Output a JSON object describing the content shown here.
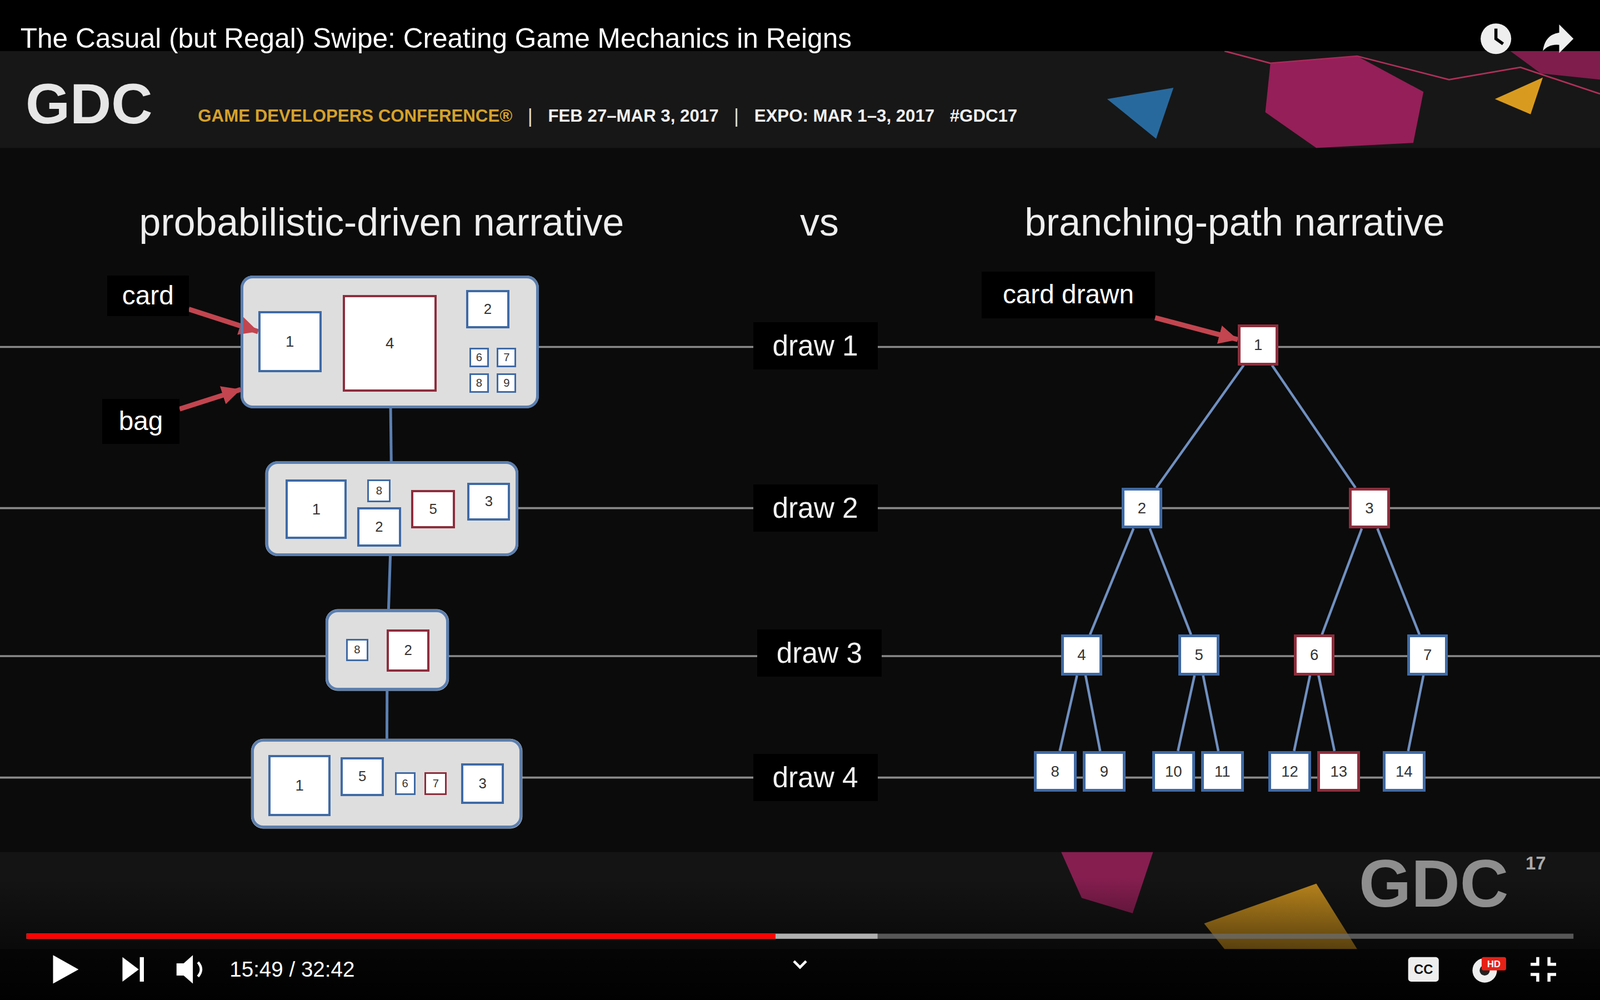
{
  "diagram": {
    "title": "The Casual (but Regal) Swipe: Creating Game Mechanics in Reigns",
    "nodes": [
      {
        "text": [
          "card"
        ]
      },
      {
        "text": []
      },
      {
        "text": [
          "1"
        ],
        "in": 1
      },
      {
        "text": [
          "4"
        ],
        "in": 1
      },
      {
        "text": [
          "2"
        ],
        "in": 1
      },
      {
        "text": [
          "6"
        ],
        "in": 1
      },
      {
        "text": [
          "7"
        ],
        "in": 1
      },
      {
        "text": [
          "8"
        ],
        "in": 1
      },
      {
        "text": [
          "9"
        ],
        "in": 1
      },
      {
        "text": [
          "bag"
        ]
      },
      {
        "text": [
          "draw 1"
        ]
      },
      {
        "text": [
          "card drawn"
        ]
      },
      {
        "text": [
          "1"
        ]
      },
      {
        "text": []
      },
      {
        "text": [
          "1"
        ],
        "in": 13
      },
      {
        "text": [
          "8"
        ],
        "in": 13
      },
      {
        "text": [
          "2"
        ],
        "in": 13
      },
      {
        "text": [
          "5"
        ],
        "in": 13
      },
      {
        "text": [
          "3"
        ],
        "in": 13
      },
      {
        "text": [
          "draw 2"
        ]
      },
      {
        "text": [
          "2"
        ]
      },
      {
        "text": [
          "3"
        ]
      },
      {
        "text": []
      },
      {
        "text": [
          "8"
        ],
        "in": 22
      },
      {
        "text": [
          "2"
        ],
        "in": 22
      },
      {
        "text": [
          "draw 3"
        ]
      },
      {
        "text": [
          "4"
        ]
      },
      {
        "text": [
          "5"
        ]
      },
      {
        "text": [
          "6"
        ]
      },
      {
        "text": [
          "7"
        ]
      },
      {
        "text": []
      },
      {
        "text": [
          "1"
        ],
        "in": 30
      },
      {
        "text": [
          "5"
        ],
        "in": 30
      },
      {
        "text": [
          "6"
        ],
        "in": 30
      },
      {
        "text": [
          "7"
        ],
        "in": 30
      },
      {
        "text": [
          "3"
        ],
        "in": 30
      },
      {
        "text": [
          "draw 4"
        ]
      },
      {
        "text": [
          "8"
        ]
      },
      {
        "text": [
          "9"
        ]
      },
      {
        "text": [
          "10"
        ]
      },
      {
        "text": [
          "11"
        ]
      },
      {
        "text": [
          "12"
        ]
      },
      {
        "text": [
          "13"
        ]
      },
      {
        "text": [
          "14"
        ]
      }
    ],
    "edges": [
      {
        "from": 0,
        "to": 2,
        "arrow": "to"
      },
      {
        "from": 9,
        "to": 1,
        "arrow": "to"
      },
      {
        "from": 11,
        "to": 12,
        "arrow": "to"
      },
      {
        "from": 1,
        "to": 13,
        "arrow": "none"
      },
      {
        "from": 13,
        "to": 22,
        "arrow": "none"
      },
      {
        "from": 22,
        "to": 30,
        "arrow": "none"
      },
      {
        "from": 12,
        "to": 20,
        "arrow": "none"
      },
      {
        "from": 12,
        "to": 21,
        "arrow": "none"
      },
      {
        "from": 20,
        "to": 26,
        "arrow": "none"
      },
      {
        "from": 20,
        "to": 27,
        "arrow": "none"
      },
      {
        "from": 21,
        "to": 28,
        "arrow": "none"
      },
      {
        "from": 21,
        "to": 29,
        "arrow": "none"
      },
      {
        "from": 26,
        "to": 37,
        "arrow": "none"
      },
      {
        "from": 26,
        "to": 38,
        "arrow": "none"
      },
      {
        "from": 27,
        "to": 39,
        "arrow": "none"
      },
      {
        "from": 27,
        "to": 40,
        "arrow": "none"
      },
      {
        "from": 28,
        "to": 41,
        "arrow": "none"
      },
      {
        "from": 28,
        "to": 42,
        "arrow": "none"
      },
      {
        "from": 29,
        "to": 43,
        "arrow": "none"
      }
    ],
    "labels": [
      "GDC",
      "GAME DEVELOPERS CONFERENCE®",
      "|",
      "FEB 27–MAR 3, 2017",
      "|",
      "EXPO: MAR 1–3, 2017",
      "#GDC17",
      "probabilistic-driven narrative",
      "vs",
      "branching-path narrative",
      "15:49 / 32:42",
      "CC",
      "HD",
      "GDC",
      "17"
    ]
  }
}
